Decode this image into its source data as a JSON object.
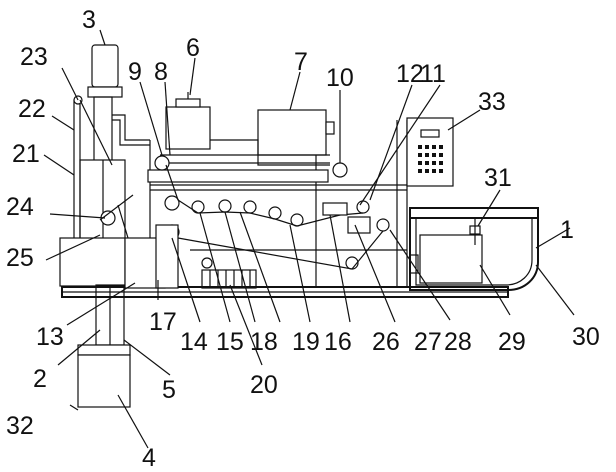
{
  "figure": {
    "colors": {
      "ink": "#111111",
      "paper": "#ffffff"
    },
    "labels": {
      "l1": "1",
      "l2": "2",
      "l3": "3",
      "l4": "4",
      "l5": "5",
      "l6": "6",
      "l7": "7",
      "l8": "8",
      "l9": "9",
      "l10": "10",
      "l11": "11",
      "l12": "12",
      "l13": "13",
      "l14": "14",
      "l15": "15",
      "l16": "16",
      "l17": "17",
      "l18": "18",
      "l19": "19",
      "l20": "20",
      "l21": "21",
      "l22": "22",
      "l23": "23",
      "l24": "24",
      "l25": "25",
      "l26": "26",
      "l27": "27",
      "l28": "28",
      "l29": "29",
      "l30": "30",
      "l31": "31",
      "l32": "32",
      "l33": "33"
    }
  }
}
